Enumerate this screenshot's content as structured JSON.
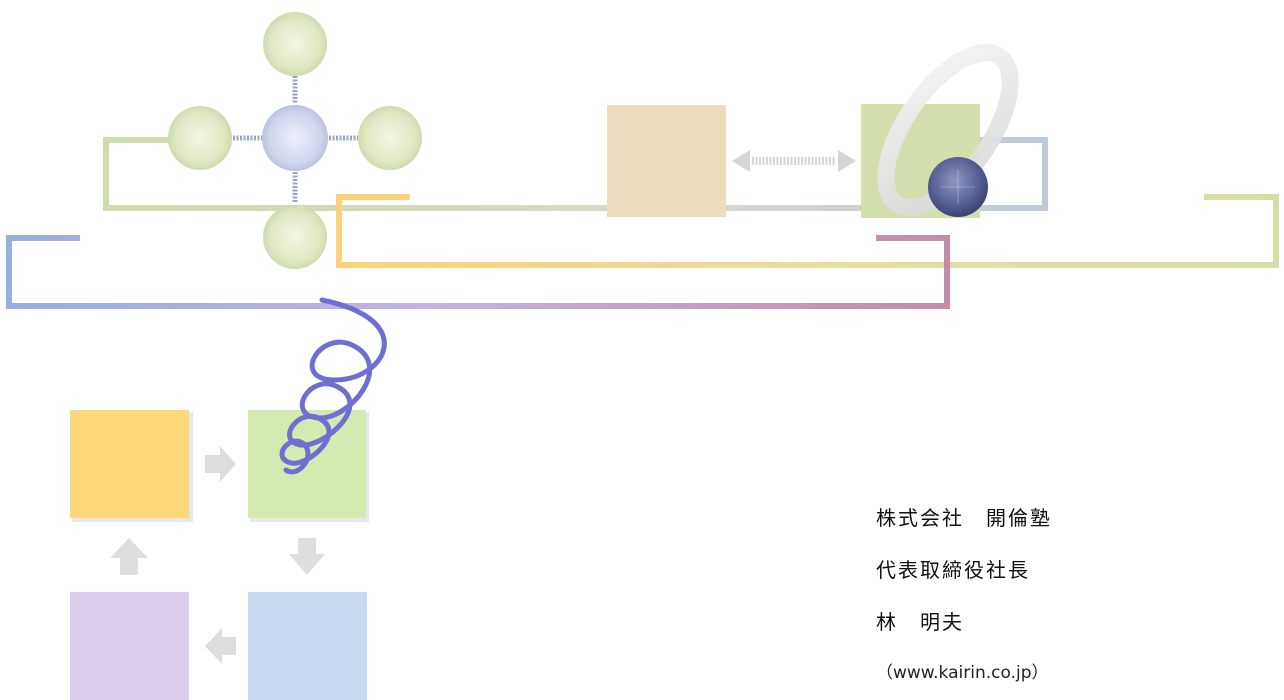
{
  "company": {
    "name": "株式会社　開倫塾",
    "title": "代表取締役社長",
    "person": "林　明夫",
    "url": "（www.kairin.co.jp）"
  },
  "colors": {
    "sphere_green": "#d8e4b8",
    "sphere_blue": "#c4cce6",
    "sphere_navy": "#4f5a8e",
    "tile_tan": "#eadcbc",
    "tile_green": "#d3dfad",
    "tile_yellow": "#fdd97a",
    "tile_lime": "#d4eab0",
    "tile_lilac": "#dbcdeb",
    "tile_sky": "#c9daf1",
    "spiral": "#6e6fd0",
    "arrow_gray": "#d6d6d6"
  }
}
